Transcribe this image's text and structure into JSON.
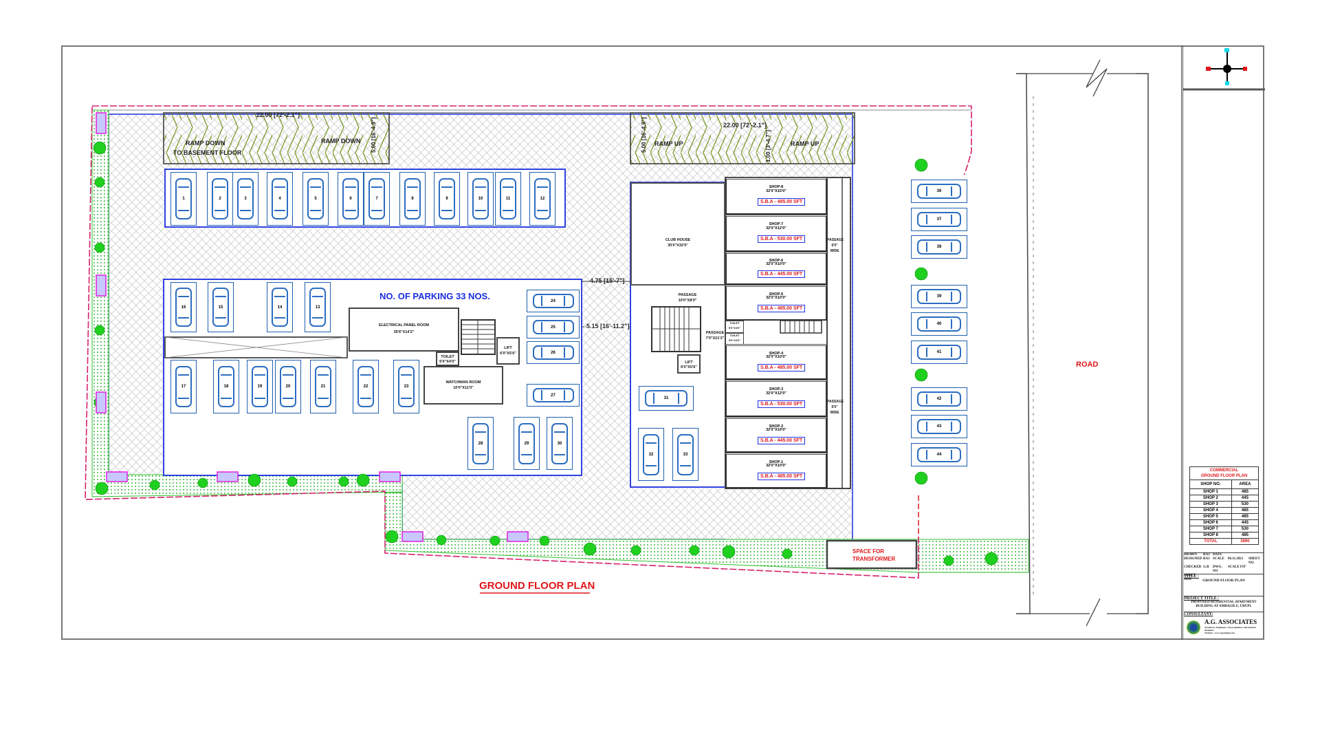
{
  "drawing": {
    "title": "GROUND FLOOR PLAN",
    "parking_note": "NO. OF PARKING 33 NOS.",
    "road_label": "ROAD",
    "transformer_label": "SPACE FOR TRANSFORMER",
    "ramps": {
      "left_label_1": "RAMP DOWN",
      "left_label_1b": "TO BASEMENT FLOOR",
      "left_label_2": "RAMP DOWN",
      "right_label_1": "RAMP UP",
      "right_label_2": "RAMP UP",
      "length_dim": "22.00 [72'-2.1\"]",
      "width_dim": "5.00 [16'-4.9\"]",
      "small_dim": "1.00 [3'-4.7\"]"
    },
    "dims": {
      "d1": "4.75 [15'-7\"]",
      "d2": "5.15 [16'-11.2\"]"
    },
    "rooms": {
      "electrical": {
        "name": "ELECTRICAL PANEL ROOM",
        "size": "35'6\"X14'2\""
      },
      "toilet": {
        "name": "TOILET",
        "size": "5'0\"X4'0\""
      },
      "lift_a": {
        "name": "LIFT",
        "size": "6'0\"X5'6\""
      },
      "watchman": {
        "name": "WATCHMAN ROOM",
        "size": "10'0\"X11'0\""
      },
      "club_house": {
        "name": "CLUB HOUSE",
        "size": "30'0\"X32'0\""
      },
      "passage_a": {
        "name": "PASSAGE",
        "size": "10'0\"X8'0\""
      },
      "passage_b": {
        "name": "PASSAGE",
        "size": "7'0\"X21'2\""
      },
      "lift_b": {
        "name": "LIFT",
        "size": "6'0\"X5'6\""
      },
      "toilet_b1": {
        "name": "TOILET",
        "size": "5'0\"X4'0\""
      },
      "toilet_b2": {
        "name": "TOILET",
        "size": "5'0\"X4'0\""
      },
      "passage_shops_1": "PASSAGE 6'0\" WIDE",
      "passage_shops_2": "PASSAGE 6'0\" WIDE"
    },
    "shops": [
      {
        "name": "SHOP-8",
        "size": "32'0\"X15'0\"",
        "sba": "S.B.A - 485.00 SFT"
      },
      {
        "name": "SHOP-7",
        "size": "32'0\"X12'0\"",
        "sba": "S.B.A - 530.00 SFT"
      },
      {
        "name": "SHOP-6",
        "size": "32'0\"X10'0\"",
        "sba": "S.B.A - 445.00 SFT"
      },
      {
        "name": "SHOP-5",
        "size": "32'0\"X10'0\"",
        "sba": "S.B.A - 485.00 SFT"
      },
      {
        "name": "SHOP-4",
        "size": "32'0\"X10'0\"",
        "sba": "S.B.A - 485.00 SFT"
      },
      {
        "name": "SHOP-3",
        "size": "32'0\"X12'0\"",
        "sba": "S.B.A - 530.00 SFT"
      },
      {
        "name": "SHOP-2",
        "size": "32'0\"X10'0\"",
        "sba": "S.B.A - 445.00 SFT"
      },
      {
        "name": "SHOP-1",
        "size": "32'0\"X10'0\"",
        "sba": "S.B.A - 485.00 SFT"
      }
    ],
    "stalls": [
      "1",
      "2",
      "3",
      "4",
      "5",
      "6",
      "7",
      "8",
      "9",
      "10",
      "11",
      "12",
      "16",
      "15",
      "14",
      "13",
      "17",
      "18",
      "19",
      "20",
      "21",
      "22",
      "23",
      "24",
      "25",
      "26",
      "27",
      "28",
      "29",
      "30",
      "31",
      "32",
      "33",
      "36",
      "37",
      "38",
      "39",
      "40",
      "41",
      "42",
      "43",
      "44"
    ]
  },
  "title_block": {
    "area_table": {
      "heading_1": "COMMERCIAL",
      "heading_2": "GROUND FLOOR PLAN",
      "col_shop": "SHOP NO.",
      "col_area": "AREA",
      "rows": [
        {
          "shop": "SHOP 1",
          "area": "485"
        },
        {
          "shop": "SHOP 2",
          "area": "445"
        },
        {
          "shop": "SHOP 3",
          "area": "530"
        },
        {
          "shop": "SHOP 4",
          "area": "485"
        },
        {
          "shop": "SHOP 5",
          "area": "485"
        },
        {
          "shop": "SHOP 6",
          "area": "445"
        },
        {
          "shop": "SHOP 7",
          "area": "530"
        },
        {
          "shop": "SHOP 8",
          "area": "485"
        }
      ],
      "total_label": "TOTAL",
      "total_value": "3890"
    },
    "drawn_label": "DRAWN",
    "drawn": "RAJ",
    "designed_label": "DESIGNED",
    "designed": "RAJ",
    "checked_label": "CHECKED",
    "checked": "G.B",
    "sheet_size_label": "SHEET SIZE",
    "date_label": "DATE",
    "date": "06.11.2021",
    "scale_label": "SCALE",
    "dwg_no_label": "DWG. NO",
    "dwg_no": "SCALE FIT",
    "sheet_no_label": "SHEET NO.",
    "title_label": "TITLE :",
    "title": "GROUND FLOOR PLAN",
    "project_label": "PROJECT TITLE :",
    "project_1": "PROPOSED RESIDENTIAL APARTMENT",
    "project_2": "BUILDING AT AMBAGILU, UDUPI.",
    "consultant_label": "CONSULTANT:",
    "consultant": "A.G. ASSOCIATES",
    "consultant_desc": "Architects, Engineers, Town planners and Interior designers",
    "consultant_web": "Website : www.agsudupi.com"
  },
  "colors": {
    "wall_marker": "#e0161b",
    "stall": "#1f5fae",
    "green": "#2fbf2f",
    "magenta": "#e020e0"
  }
}
